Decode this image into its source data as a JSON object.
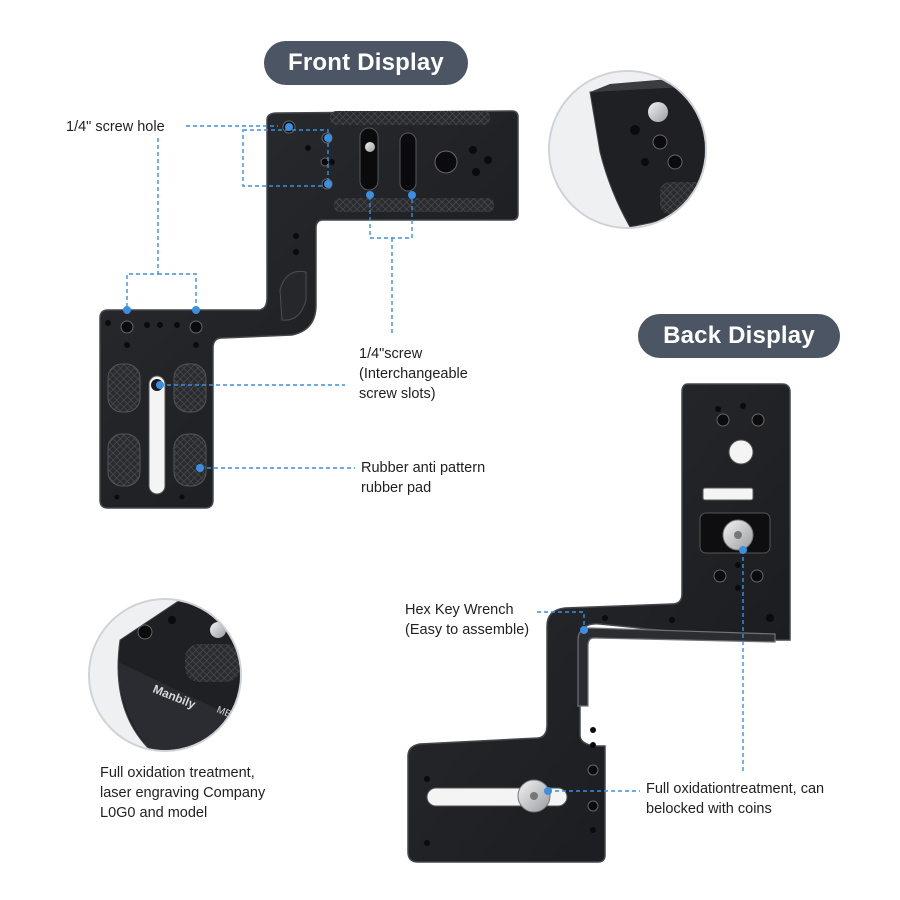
{
  "headings": {
    "front": "Front Display",
    "back": "Back Display"
  },
  "callouts": {
    "screw_hole": "1/4\" screw hole",
    "screw": [
      "1/4\"screw",
      "(Interchangeable",
      "screw slots)"
    ],
    "rubber_pad": [
      "Rubber anti pattern",
      "rubber pad"
    ],
    "hex_key": [
      "Hex Key Wrench",
      "(Easy to assemble)"
    ],
    "oxidation_logo": [
      "Full oxidation treatment,",
      "laser engraving Company",
      "L0G0 and model"
    ],
    "oxidation_coins": [
      "Full oxidationtreatment, can",
      "belocked with coins"
    ]
  },
  "engraving": {
    "brand": "Manbily",
    "model": "MB"
  },
  "colors": {
    "pill_bg": "#4b5563",
    "callout_blue": "#3b8fe0",
    "plate_dark": "#1c1d20",
    "plate_edge": "#3a3c41"
  },
  "icons": [
    "screw-hole-icon",
    "thumb-screw-icon",
    "hex-key-icon",
    "rubber-pad-icon"
  ]
}
